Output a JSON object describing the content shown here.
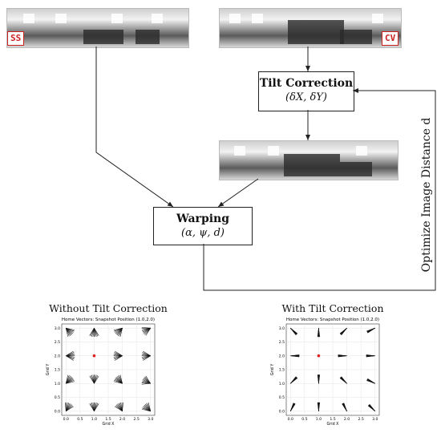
{
  "badges": {
    "ss": "SS",
    "cv": "CV"
  },
  "tilt_box": {
    "title": "Tilt Correction",
    "params": "(δX, δY)"
  },
  "warp_box": {
    "title": "Warping",
    "params": "(α, ψ, d)"
  },
  "side_label": "Optimize Image Distance d",
  "plots": [
    {
      "heading": "Without Tilt Correction",
      "inner_title": "Home Vectors: Snapshot Position (1.0,2.0)",
      "xlabel": "Grid X",
      "ylabel": "Grid Y",
      "xticks": [
        "0.0",
        "0.5",
        "1.0",
        "1.5",
        "2.0",
        "2.5",
        "3.0"
      ],
      "yticks": [
        "0.0",
        "0.5",
        "1.0",
        "1.5",
        "2.0",
        "2.5",
        "3.0"
      ],
      "snapshot": [
        1.0,
        2.0
      ],
      "mode": "spread"
    },
    {
      "heading": "With Tilt Correction",
      "inner_title": "Home Vectors: Snapshot Position (1.0,2.0)",
      "xlabel": "Grid X",
      "ylabel": "Grid Y",
      "xticks": [
        "0.0",
        "0.5",
        "1.0",
        "1.5",
        "2.0",
        "2.5",
        "3.0"
      ],
      "yticks": [
        "0.0",
        "0.5",
        "1.0",
        "1.5",
        "2.0",
        "2.5",
        "3.0"
      ],
      "snapshot": [
        1.0,
        2.0
      ],
      "mode": "tight"
    }
  ]
}
